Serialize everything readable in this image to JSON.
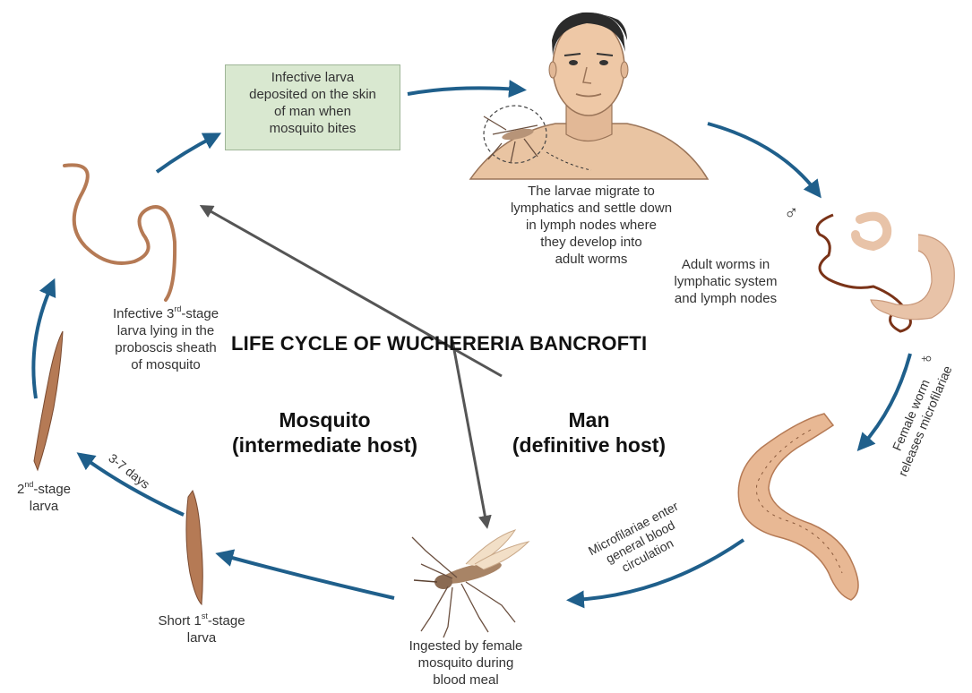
{
  "title": "LIFE CYCLE OF WUCHERERIA BANCROFTI",
  "hosts": {
    "mosquito": {
      "line1": "Mosquito",
      "line2": "(intermediate host)"
    },
    "man": {
      "line1": "Man",
      "line2": "(definitive host)"
    }
  },
  "labels": {
    "infective_box": [
      "Infective larva",
      "deposited on the skin",
      "of man when",
      "mosquito bites"
    ],
    "larvae_migrate": [
      "The larvae migrate to",
      "lymphatics and settle down",
      "in lymph nodes where",
      "they develop into",
      "adult worms"
    ],
    "adult_worms": [
      "Adult worms in",
      "lymphatic system",
      "and lymph nodes"
    ],
    "female_worm": [
      "Female worm",
      "releases microfilariae"
    ],
    "microfilariae": [
      "Microfilariae enter",
      "general blood",
      "circulation"
    ],
    "ingested": [
      "Ingested by female",
      "mosquito during",
      "blood meal"
    ],
    "first_stage": {
      "pre": "Short 1",
      "sup": "st",
      "post": "-stage",
      "line2": "larva"
    },
    "second_stage": {
      "pre": "2",
      "sup": "nd",
      "post": "-stage",
      "line2": "larva"
    },
    "days": "3-7 days",
    "third_stage": {
      "pre": "Infective 3",
      "sup": "rd",
      "post": "-stage",
      "line2": "larva lying in the",
      "line3": "proboscis sheath",
      "line4": "of mosquito"
    }
  },
  "symbols": {
    "male": "♂",
    "female": "♀"
  },
  "colors": {
    "arrow": "#1f5f8b",
    "gray_arrow": "#555555",
    "box_fill": "#d9e8d0",
    "worm": "#b57a55",
    "worm_light": "#e8c3a8"
  }
}
